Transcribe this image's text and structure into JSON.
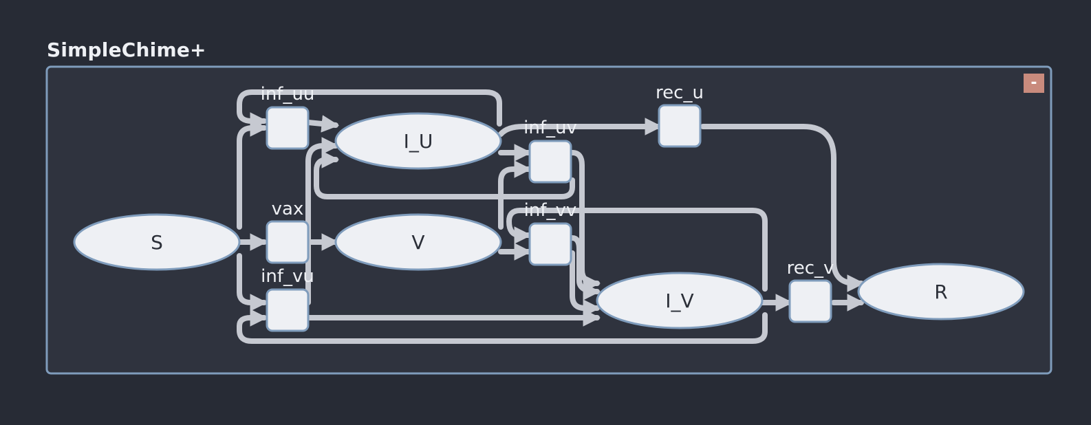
{
  "diagram": {
    "title": "SimpleChime+",
    "collapse_label": "-",
    "colors": {
      "background": "#272b35",
      "frame_fill": "#2f333e",
      "frame_stroke": "#7f9cbc",
      "node_fill": "#eef0f4",
      "node_stroke": "#7f9cbc",
      "edge": "#c6c9d1",
      "collapse_button": "#c98b7d"
    },
    "states": {
      "S": "S",
      "I_U": "I_U",
      "V": "V",
      "I_V": "I_V",
      "R": "R"
    },
    "transitions": {
      "inf_uu": "inf_uu",
      "vax": "vax",
      "inf_vu": "inf_vu",
      "inf_uv": "inf_uv",
      "inf_vv": "inf_vv",
      "rec_u": "rec_u",
      "rec_v": "rec_v"
    }
  }
}
